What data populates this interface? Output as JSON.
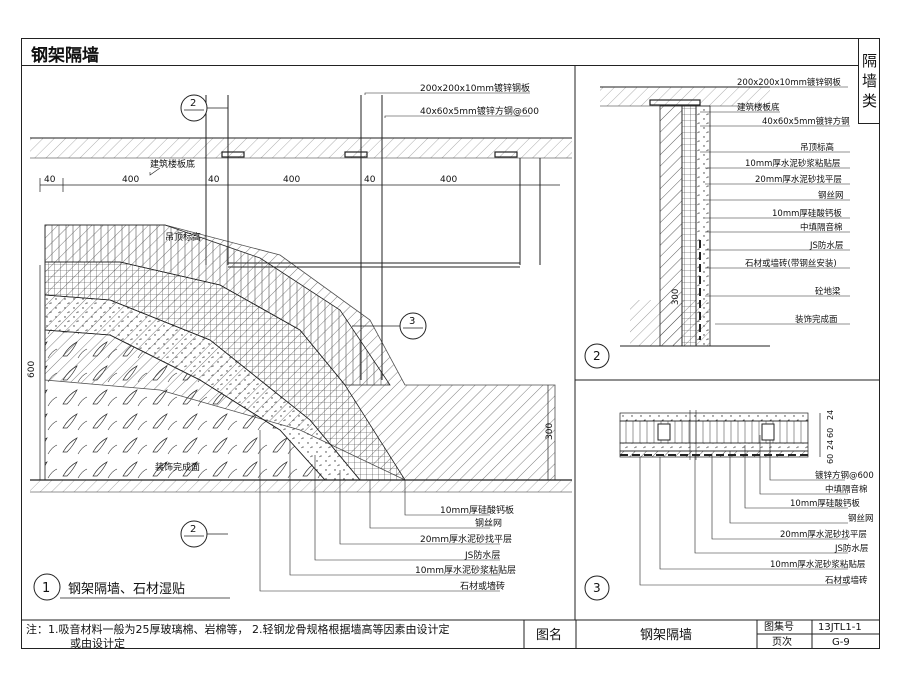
{
  "header": {
    "title": "钢架隔墙",
    "category": [
      "隔",
      "墙",
      "类"
    ]
  },
  "detail1": {
    "label": "钢架隔墙、石材湿贴",
    "number": "1",
    "callouts": [
      "2",
      "2",
      "3"
    ],
    "dimensions": [
      "40",
      "400",
      "40",
      "400",
      "40",
      "400"
    ],
    "side_dims": [
      "600",
      "300"
    ],
    "top_notes": [
      "200x200x10mm镀锌钢板",
      "40x60x5mm镀锌方钢@600"
    ],
    "floor_label": "建筑楼板底",
    "ceiling_label": "吊顶标高",
    "finish_floor": "装饰完成面",
    "layers": [
      "10mm厚硅酸钙板",
      "钢丝网",
      "20mm厚水泥砂找平层",
      "JS防水层",
      "10mm厚水泥砂浆粘贴层",
      "石材或墙砖"
    ]
  },
  "detail2": {
    "number": "2",
    "labels": [
      "200x200x10mm镀锌钢板",
      "建筑楼板底",
      "40x60x5mm镀锌方钢",
      "吊顶标高",
      "10mm厚水泥砂浆粘贴层",
      "20mm厚水泥砂找平层",
      "钢丝网",
      "10mm厚硅酸钙板",
      "中填隔音棉",
      "JS防水层",
      "石材或墙砖(带钢丝安装)",
      "砼地梁",
      "装饰完成面"
    ],
    "dim": "300"
  },
  "detail3": {
    "number": "3",
    "labels": [
      "镀锌方钢@600",
      "中填隔音棉",
      "10mm厚硅酸钙板",
      "钢丝网",
      "20mm厚水泥砂找平层",
      "JS防水层",
      "10mm厚水泥砂浆粘贴层",
      "石材或墙砖"
    ],
    "dims": [
      "24",
      "60",
      "24",
      "60"
    ]
  },
  "footer": {
    "notes_line1": "注：1.吸音材料一般为25厚玻璃棉、岩棉等，     2.轻钢龙骨规格根据墙高等因素由设计定",
    "notes_line2": "或由设计定",
    "drawing_name_label": "图名",
    "drawing_name": "钢架隔墙",
    "atlas_label": "图集号",
    "atlas_no": "13JTL1-1",
    "page_label": "页次",
    "page_no": "G-9"
  }
}
